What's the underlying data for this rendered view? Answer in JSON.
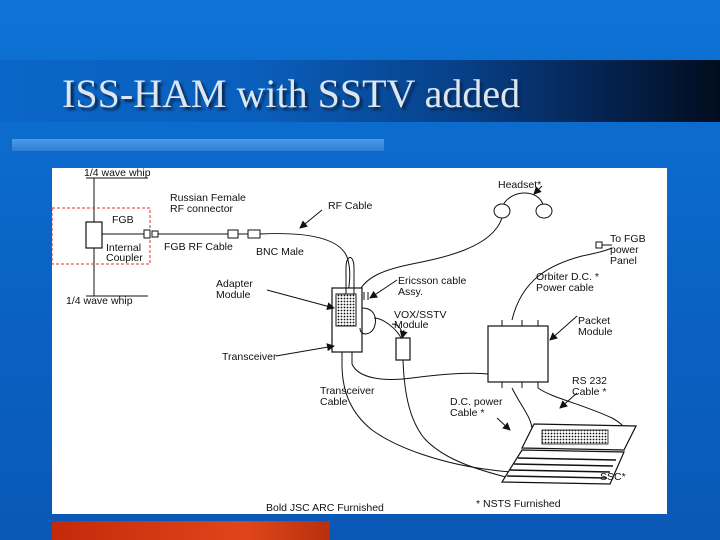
{
  "slide": {
    "title": "ISS-HAM with SSTV added"
  },
  "diagram": {
    "labels": {
      "whip_top": "1/4 wave whip",
      "whip_bottom": "1/4 wave whip",
      "russian_connector_1": "Russian Female",
      "russian_connector_2": "RF connector",
      "fgb": "FGB",
      "internal_coupler_1": "Internal",
      "internal_coupler_2": "Coupler",
      "fgb_rf_cable": "FGB RF Cable",
      "rf_cable": "RF Cable",
      "bnc_male": "BNC Male",
      "headset": "Headset*",
      "to_fgb_1": "To FGB",
      "to_fgb_2": "power",
      "to_fgb_3": "Panel",
      "orbiter_power_1": "Orbiter D.C. *",
      "orbiter_power_2": "Power cable",
      "ericsson_1": "Ericsson cable",
      "ericsson_2": "Assy.",
      "adapter_module_1": "Adapter",
      "adapter_module_2": "Module",
      "vox_sstv_1": "VOX/SSTV",
      "vox_sstv_2": "Module",
      "packet_module_1": "Packet",
      "packet_module_2": "Module",
      "transceiver": "Transceiver",
      "transceiver_cable_1": "Transceiver",
      "transceiver_cable_2": "Cable",
      "rs232_1": "RS 232",
      "rs232_2": "Cable *",
      "dc_power_1": "D.C. power",
      "dc_power_2": "Cable *",
      "ssc": "SSC*",
      "bold_jsc": "Bold JSC ARC Furnished",
      "nsts": "* NSTS Furnished"
    }
  }
}
